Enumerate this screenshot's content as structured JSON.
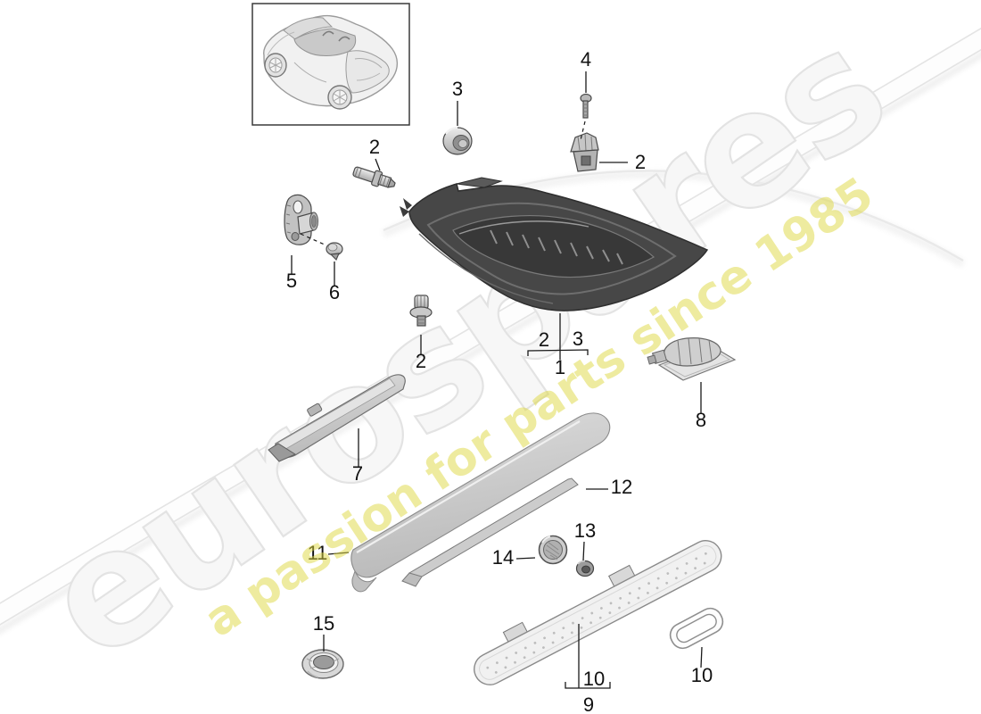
{
  "watermark": {
    "brand": "eurospares",
    "tagline": "a passion for parts since 1985",
    "brand_fill": "#f7f7f7",
    "brand_stroke": "#e3e3e3",
    "tagline_color": "#ded83f",
    "swoosh_color": "#e4e4e4"
  },
  "callouts": [
    {
      "num": "2",
      "part": "threaded-stud"
    },
    {
      "num": "3",
      "part": "cap-nut"
    },
    {
      "num": "4",
      "part": "screw-small"
    },
    {
      "num": "2",
      "part": "rubber-buffer"
    },
    {
      "num": "5",
      "part": "mounting-bracket"
    },
    {
      "num": "6",
      "part": "bracket-screw"
    },
    {
      "num": "2",
      "part": "fastener-screw"
    },
    {
      "num": "2",
      "part": "rear-light-group-left"
    },
    {
      "num": "3",
      "part": "rear-light-group-right"
    },
    {
      "num": "1",
      "part": "rear-light"
    },
    {
      "num": "8",
      "part": "license-plate-light"
    },
    {
      "num": "7",
      "part": "side-marker-light"
    },
    {
      "num": "11",
      "part": "spoiler-trim"
    },
    {
      "num": "12",
      "part": "gasket-strip"
    },
    {
      "num": "13",
      "part": "nut"
    },
    {
      "num": "14",
      "part": "cover-cap"
    },
    {
      "num": "15",
      "part": "grommet"
    },
    {
      "num": "10",
      "part": "seal-bottom"
    },
    {
      "num": "9",
      "part": "third-brake-light"
    },
    {
      "num": "10",
      "part": "seal-right"
    }
  ],
  "colors": {
    "callout_text": "#111111",
    "leader_line": "#1a1a1a",
    "part_light_gray": "#cccccc",
    "tail_light_dark": "#454545",
    "background": "#ffffff"
  }
}
